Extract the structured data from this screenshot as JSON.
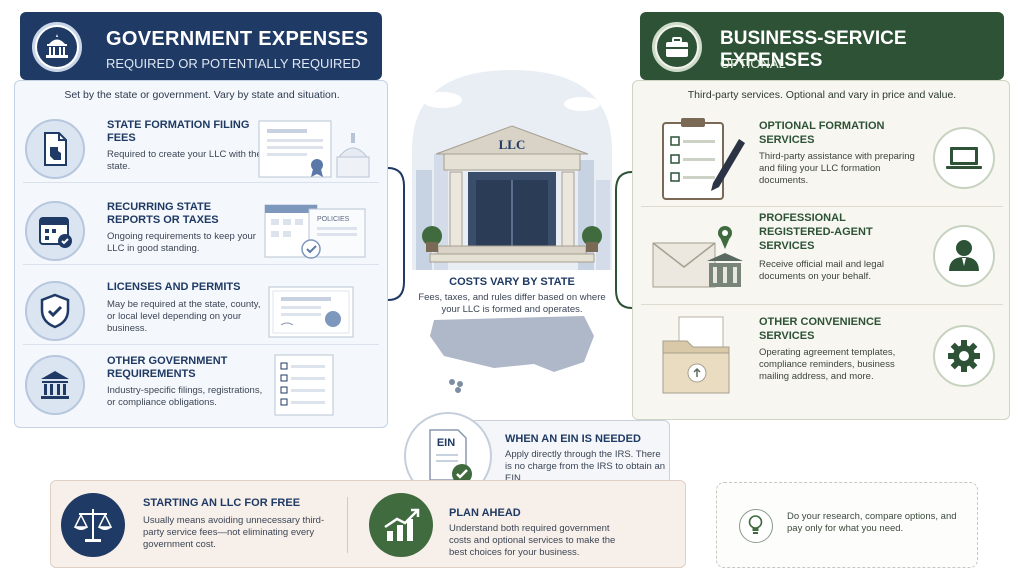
{
  "government": {
    "title": "GOVERNMENT EXPENSES",
    "subtitle": "REQUIRED OR POTENTIALLY REQUIRED",
    "intro": "Set by the state or government. Vary by state and situation.",
    "items": [
      {
        "title": "STATE FORMATION FILING FEES",
        "desc": "Required to create your LLC with the state.",
        "icon": "document-map-icon"
      },
      {
        "title": "RECURRING STATE REPORTS OR TAXES",
        "desc": "Ongoing requirements to keep your LLC in good standing.",
        "icon": "calendar-check-icon"
      },
      {
        "title": "LICENSES AND PERMITS",
        "desc": "May be required at the state, county, or local level depending on your business.",
        "icon": "shield-check-icon"
      },
      {
        "title": "OTHER GOVERNMENT REQUIREMENTS",
        "desc": "Industry-specific filings, registrations, or compliance obligations.",
        "icon": "government-building-icon"
      }
    ],
    "illustration_label": "POLICIES"
  },
  "business": {
    "title": "BUSINESS-SERVICE EXPENSES",
    "subtitle": "OPTIONAL",
    "intro": "Third-party services. Optional and vary in price and value.",
    "items": [
      {
        "title": "OPTIONAL FORMATION SERVICES",
        "desc": "Third-party assistance with preparing and filing your LLC formation documents.",
        "icon": "laptop-icon"
      },
      {
        "title": "PROFESSIONAL REGISTERED-AGENT SERVICES",
        "desc": "Receive official mail and legal documents on your behalf.",
        "icon": "person-icon"
      },
      {
        "title": "OTHER CONVENIENCE SERVICES",
        "desc": "Operating agreement templates, compliance reminders, business mailing address, and more.",
        "icon": "gear-icon"
      }
    ]
  },
  "center": {
    "building_label": "LLC",
    "title": "COSTS VARY BY STATE",
    "desc": "Fees, taxes, and rules differ based on where your LLC is formed and operates."
  },
  "ein": {
    "badge": "EIN",
    "title": "WHEN AN EIN IS NEEDED",
    "desc": "Apply directly through the IRS. There is no charge from the IRS to obtain an EIN."
  },
  "bottom": {
    "free": {
      "title": "STARTING AN LLC FOR FREE",
      "desc": "Usually means avoiding unnecessary third-party service fees—not eliminating every government cost."
    },
    "plan": {
      "title": "PLAN AHEAD",
      "desc": "Understand both required government costs and optional services to make the best choices for your business."
    },
    "tip": "Do your research, compare options, and pay only for what you need."
  },
  "colors": {
    "gov_navy": "#1f3a64",
    "biz_green": "#2d5235"
  }
}
